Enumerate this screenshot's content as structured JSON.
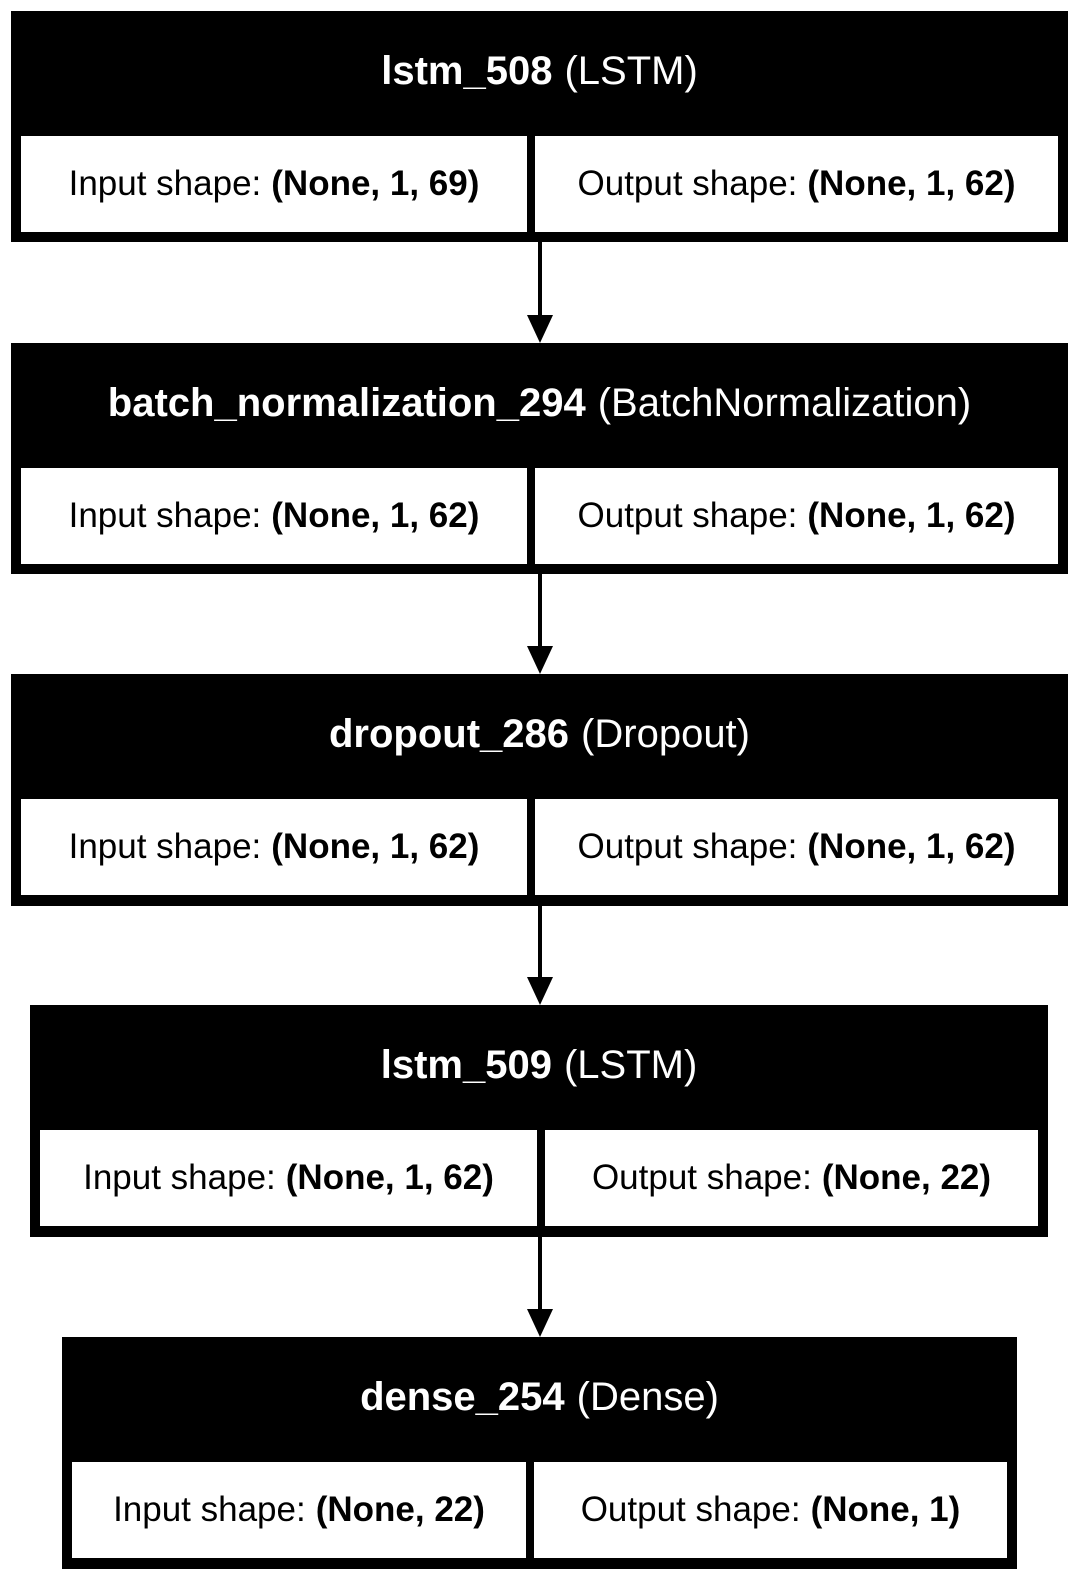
{
  "layers": [
    {
      "name": "lstm_508",
      "type": "(LSTM)",
      "input_label": "Input shape:",
      "input_shape": "(None, 1, 69)",
      "output_label": "Output shape:",
      "output_shape": "(None, 1, 62)"
    },
    {
      "name": "batch_normalization_294",
      "type": "(BatchNormalization)",
      "input_label": "Input shape:",
      "input_shape": "(None, 1, 62)",
      "output_label": "Output shape:",
      "output_shape": "(None, 1, 62)"
    },
    {
      "name": "dropout_286",
      "type": "(Dropout)",
      "input_label": "Input shape:",
      "input_shape": "(None, 1, 62)",
      "output_label": "Output shape:",
      "output_shape": "(None, 1, 62)"
    },
    {
      "name": "lstm_509",
      "type": "(LSTM)",
      "input_label": "Input shape:",
      "input_shape": "(None, 1, 62)",
      "output_label": "Output shape:",
      "output_shape": "(None, 22)"
    },
    {
      "name": "dense_254",
      "type": "(Dense)",
      "input_label": "Input shape:",
      "input_shape": "(None, 22)",
      "output_label": "Output shape:",
      "output_shape": "(None, 1)"
    }
  ],
  "edges": [
    {
      "from": "lstm_508",
      "to": "batch_normalization_294"
    },
    {
      "from": "batch_normalization_294",
      "to": "dropout_286"
    },
    {
      "from": "dropout_286",
      "to": "lstm_509"
    },
    {
      "from": "lstm_509",
      "to": "dense_254"
    }
  ],
  "colors": {
    "header_background": "#000000",
    "header_text": "#ffffff",
    "cell_background": "#ffffff",
    "cell_text": "#000000",
    "edge": "#000000"
  }
}
